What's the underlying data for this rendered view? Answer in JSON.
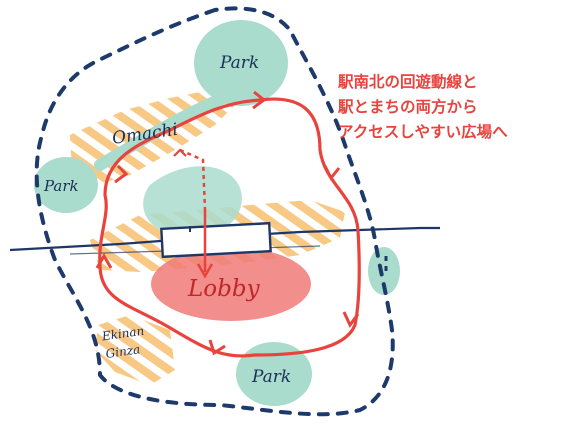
{
  "labels": {
    "park_top": "Park",
    "park_left": "Park",
    "park_bottom": "Park",
    "omachi": "Omachi",
    "lobby": "Lobby",
    "ekinan_line1": "Ekinan",
    "ekinan_line2": "Ginza"
  },
  "caption": {
    "line1": "駅南北の回遊動線と",
    "line2": "駅とまちの両方から",
    "line3": "アクセスしやすい広場へ"
  },
  "colors": {
    "park_green": "#a9dccd",
    "lobby_red": "#f07a78",
    "hatch_orange": "#f5b55c",
    "route_red": "#e8433d",
    "boundary_navy": "#1e3a6b",
    "rail_navy": "#1f3768",
    "label_navy": "#1c2f57"
  }
}
